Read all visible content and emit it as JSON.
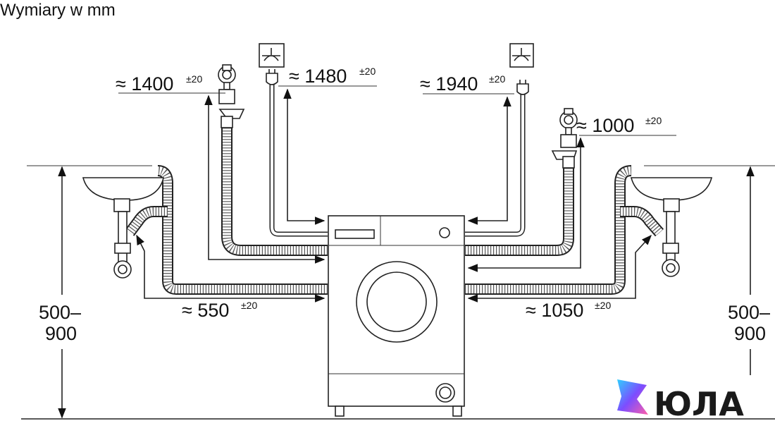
{
  "title": "Wymiary w mm",
  "dimensions": {
    "left_tap": {
      "value": "≈ 1400",
      "tol": "±20"
    },
    "left_plug": {
      "value": "≈ 1480",
      "tol": "±20"
    },
    "right_plug": {
      "value": "≈ 1940",
      "tol": "±20"
    },
    "right_tap": {
      "value": "≈ 1000",
      "tol": "±20"
    },
    "left_drain": {
      "value": "≈ 550",
      "tol": "±20"
    },
    "right_drain": {
      "value": "≈ 1050",
      "tol": "±20"
    },
    "left_height": {
      "line1": "500–",
      "line2": "900"
    },
    "right_height": {
      "line1": "500–",
      "line2": "900"
    }
  },
  "watermark": {
    "text": "ЮЛА"
  },
  "icons": [
    "socket-symbol-icon",
    "water-tap-icon",
    "power-plug-icon",
    "sink-icon",
    "washing-machine-icon",
    "logo-icon"
  ],
  "colors": {
    "line": "#222222",
    "logo_gradient": [
      "#2fd0ff",
      "#7c4dff",
      "#ff5ea8"
    ]
  }
}
